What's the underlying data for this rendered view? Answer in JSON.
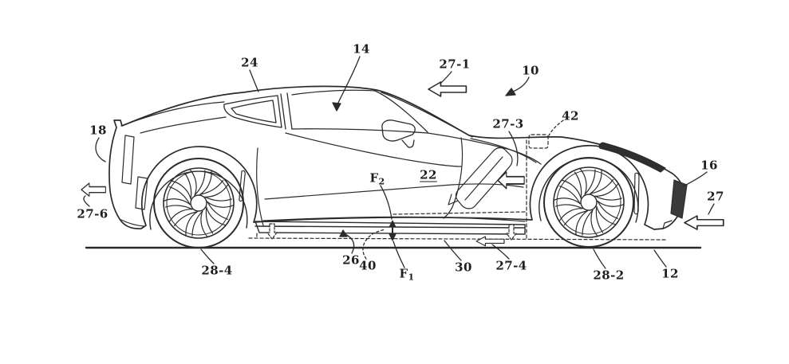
{
  "figure": {
    "kind": "patent-line-drawing",
    "background": "#ffffff",
    "ink": "#2b2b2b"
  },
  "labels": {
    "n24": "24",
    "n14": "14",
    "n27_1": "27-1",
    "n10": "10",
    "n27_3": "27-3",
    "n42": "42",
    "n18": "18",
    "n16": "16",
    "n27": "27",
    "n27_6": "27-6",
    "n22": "22",
    "f2": {
      "base": "F",
      "sub": "2"
    },
    "f1": {
      "base": "F",
      "sub": "1"
    },
    "n26": "26",
    "n40": "40",
    "n30": "30",
    "n27_4": "27-4",
    "n28_4": "28-4",
    "n28_2": "28-2",
    "n12": "12"
  }
}
